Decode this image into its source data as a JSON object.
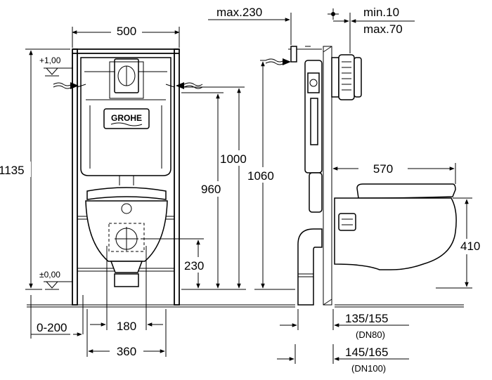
{
  "brand": "GROHE",
  "levels": {
    "top": "+1,00",
    "floor": "±0,00"
  },
  "front": {
    "width_top": "500",
    "height_total": "1135",
    "h_flush": "1000",
    "h_960": "960",
    "h_230": "230",
    "w_180": "180",
    "w_360": "360",
    "offset": "0-200"
  },
  "side": {
    "max_depth": "max.230",
    "min_wall": "min.10",
    "max_wall": "max.70",
    "h_1060": "1060",
    "bowl_len": "570",
    "bowl_h": "410",
    "dn80_val": "135/155",
    "dn80_label": "(DN80)",
    "dn100_val": "145/165",
    "dn100_label": "(DN100)"
  }
}
